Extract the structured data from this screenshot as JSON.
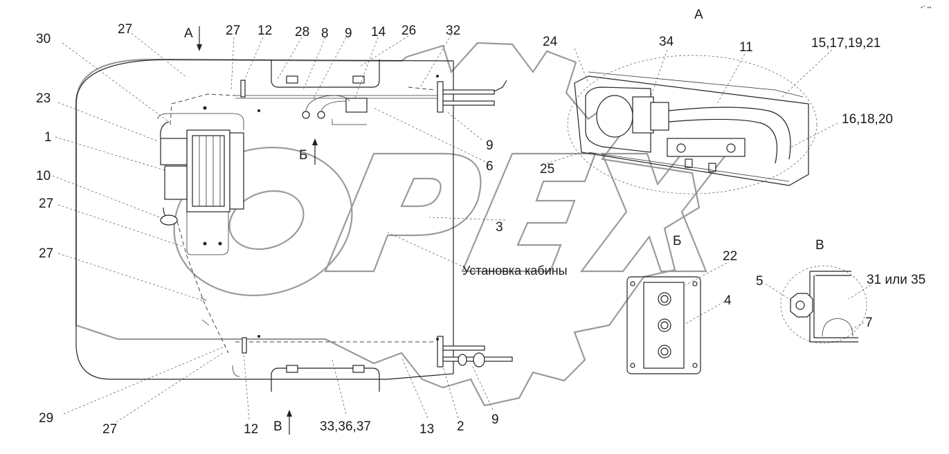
{
  "caption": "Установка кабины",
  "views": {
    "A_top": "А",
    "A_right": "А",
    "B": "Б",
    "B_right": "Б",
    "V_bottom": "В",
    "V_right": "В"
  },
  "callouts": {
    "c30": "30",
    "c27_top": "27",
    "c27_top2": "27",
    "c12_top": "12",
    "c28": "28",
    "c8": "8",
    "c9_top": "9",
    "c14": "14",
    "c26": "26",
    "c32": "32",
    "c24": "24",
    "c34": "34",
    "c11": "11",
    "c15_21": "15,17,19,21",
    "c16_20": "16,18,20",
    "c23": "23",
    "c1": "1",
    "c10": "10",
    "c27_left": "27",
    "c27_left2": "27",
    "c9_mid": "9",
    "c6": "6",
    "c25": "25",
    "c3": "3",
    "c22": "22",
    "c5": "5",
    "c4": "4",
    "c31_35": "31 или 35",
    "c7": "7",
    "c29": "29",
    "c27_bottom": "27",
    "c12_bottom": "12",
    "c33_37": "33,36,37",
    "c13": "13",
    "c2": "2",
    "c9_bottom": "9"
  },
  "watermark": "OPEX",
  "corner_mark": "•° ••"
}
